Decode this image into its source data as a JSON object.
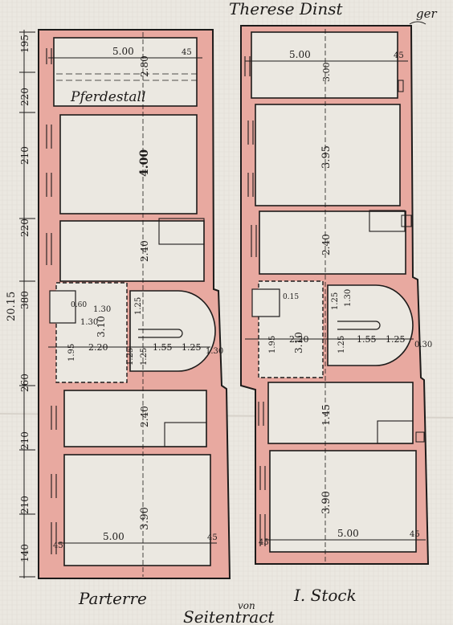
{
  "header": {
    "owner": "Therese Dinst",
    "corner_note": "ger"
  },
  "captions": {
    "left_floor": "Parterre",
    "right_floor": "I. Stock",
    "tract_von": "von",
    "tract": "Seitentract"
  },
  "left_plan": {
    "room_label": "Pferdestall",
    "side_dims": [
      "195",
      "220",
      "210",
      "220",
      "380",
      "260",
      "210",
      "210",
      "140"
    ],
    "total_dim": "20.15",
    "widths": {
      "top": "5.00",
      "bottom": "5.00"
    },
    "edge_marks": {
      "top": "45",
      "bottom": "45",
      "bottom_left": "45"
    },
    "depths": {
      "stall": "2.80",
      "room2": "4.00",
      "room3": "2.40",
      "room4": "2.40",
      "room5": "3.90"
    },
    "stair": {
      "depth": "3.10",
      "a": "1.30",
      "b": "1.25",
      "c": "0.60",
      "d": "1.25",
      "e": "1.25",
      "f": "1.30"
    },
    "passage": [
      "1.95",
      "2.20",
      "1.55",
      "1.25",
      "1.30"
    ]
  },
  "right_plan": {
    "widths": {
      "top": "5.00",
      "bottom": "5.00"
    },
    "edge_marks": {
      "top": "45",
      "bottom": "45",
      "bottom_left": "45"
    },
    "depths": {
      "room1": "3.00",
      "room2": "3.95",
      "room3": "2.40",
      "room4": "1.45",
      "room5": "3.90"
    },
    "stair": {
      "depth": "3.10",
      "a": "1.25",
      "b": "0.15",
      "c": "1.30"
    },
    "passage": [
      "1.95",
      "2.20",
      "1.25",
      "1.55",
      "1.25",
      "0.30"
    ]
  },
  "colors": {
    "paper": "#e9e6df",
    "wall": "#e8a9a0",
    "ink": "#1d1b1a"
  }
}
